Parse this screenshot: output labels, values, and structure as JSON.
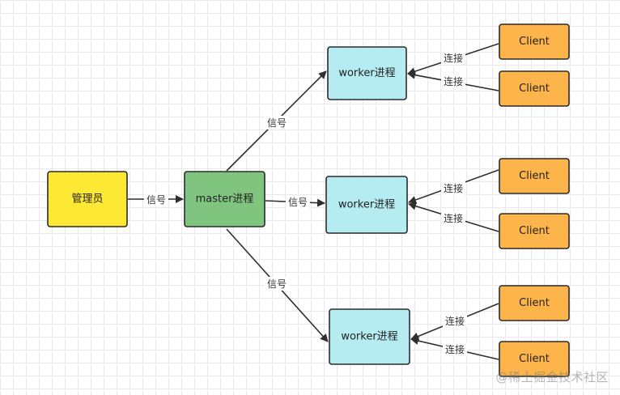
{
  "diagram": {
    "nodes": [
      {
        "id": "admin",
        "label": "管理员",
        "color": "#fde933"
      },
      {
        "id": "master",
        "label": "master进程",
        "color": "#7fc57f"
      },
      {
        "id": "worker1",
        "label": "worker进程",
        "color": "#b5ecf1"
      },
      {
        "id": "worker2",
        "label": "worker进程",
        "color": "#b5ecf1"
      },
      {
        "id": "worker3",
        "label": "worker进程",
        "color": "#b5ecf1"
      },
      {
        "id": "client1",
        "label": "Client",
        "color": "#fdb44b"
      },
      {
        "id": "client2",
        "label": "Client",
        "color": "#fdb44b"
      },
      {
        "id": "client3",
        "label": "Client",
        "color": "#fdb44b"
      },
      {
        "id": "client4",
        "label": "Client",
        "color": "#fdb44b"
      },
      {
        "id": "client5",
        "label": "Client",
        "color": "#fdb44b"
      },
      {
        "id": "client6",
        "label": "Client",
        "color": "#fdb44b"
      }
    ],
    "edges": [
      {
        "id": "admin-master",
        "from": "admin",
        "to": "master",
        "label": "信号"
      },
      {
        "id": "master-worker1",
        "from": "master",
        "to": "worker1",
        "label": "信号"
      },
      {
        "id": "master-worker2",
        "from": "master",
        "to": "worker2",
        "label": "信号"
      },
      {
        "id": "master-worker3",
        "from": "master",
        "to": "worker3",
        "label": "信号"
      },
      {
        "id": "client1-worker1",
        "from": "client1",
        "to": "worker1",
        "label": "连接"
      },
      {
        "id": "client2-worker1",
        "from": "client2",
        "to": "worker1",
        "label": "连接"
      },
      {
        "id": "client3-worker2",
        "from": "client3",
        "to": "worker2",
        "label": "连接"
      },
      {
        "id": "client4-worker2",
        "from": "client4",
        "to": "worker2",
        "label": "连接"
      },
      {
        "id": "client5-worker3",
        "from": "client5",
        "to": "worker3",
        "label": "连接"
      },
      {
        "id": "client6-worker3",
        "from": "client6",
        "to": "worker3",
        "label": "连接"
      }
    ]
  },
  "watermark": "@稀土掘金技术社区"
}
